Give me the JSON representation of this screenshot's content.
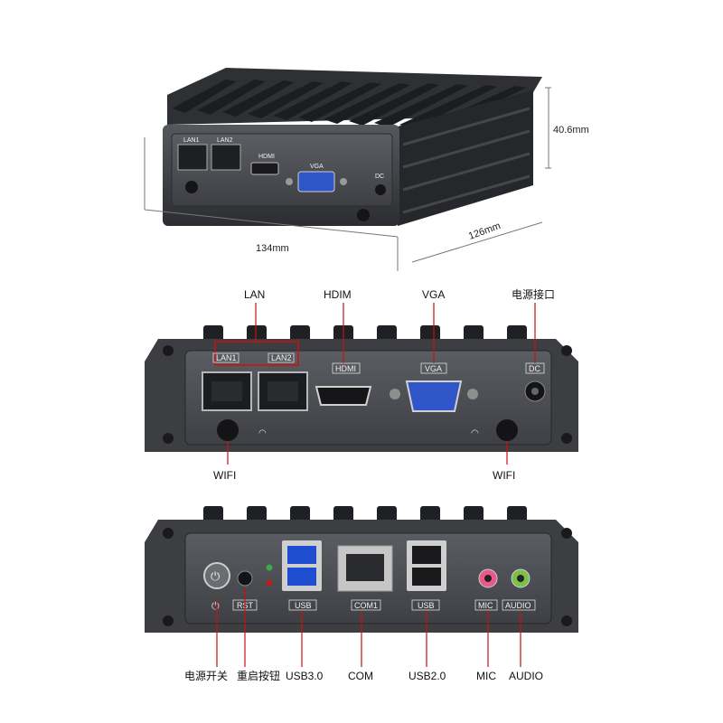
{
  "top_view": {
    "panel_labels": {
      "lan1": "LAN1",
      "lan2": "LAN2",
      "hdmi": "HDMI",
      "vga": "VGA",
      "dc": "DC"
    },
    "dimensions": {
      "height": "40.6mm",
      "width": "134mm",
      "depth": "126mm"
    }
  },
  "front_view": {
    "callouts": {
      "lan": "LAN",
      "hdmi": "HDIM",
      "vga": "VGA",
      "power": "电源接口",
      "wifi_left": "WIFI",
      "wifi_right": "WIFI"
    },
    "panel_labels": {
      "lan1": "LAN1",
      "lan2": "LAN2",
      "hdmi": "HDMI",
      "vga": "VGA",
      "dc": "DC"
    }
  },
  "back_view": {
    "panel_labels": {
      "rst": "RST",
      "usb_left": "USB",
      "com": "COM1",
      "usb_right": "USB",
      "mic": "MIC",
      "audio": "AUDIO"
    },
    "callouts": {
      "power_switch": "电源开关",
      "reset": "重启按钮",
      "usb3": "USB3.0",
      "com": "COM",
      "usb2": "USB2.0",
      "mic": "MIC",
      "audio": "AUDIO"
    }
  },
  "colors": {
    "chassis": "#3a3c40",
    "panel": "#4d5055",
    "callout_line": "#cc1111",
    "vga_blue": "#2e56c9",
    "mic_pink": "#e85a8a",
    "audio_green": "#7ac04a"
  }
}
